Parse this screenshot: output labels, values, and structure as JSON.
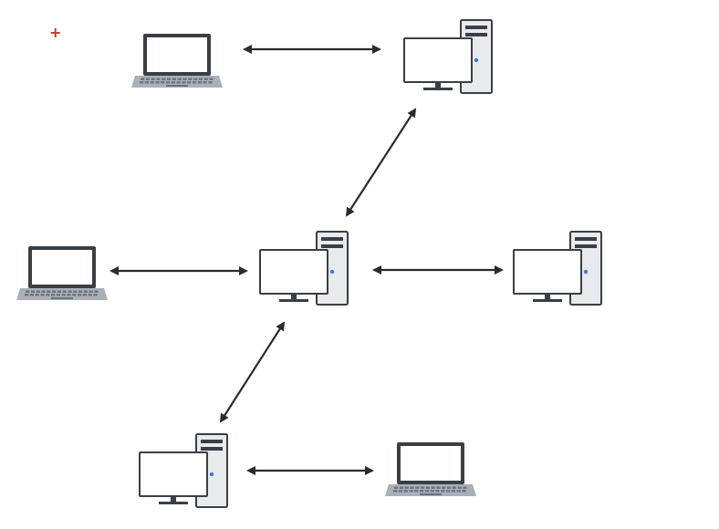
{
  "diagram": {
    "type": "network-topology",
    "nodes": [
      {
        "id": "laptop-top",
        "kind": "laptop"
      },
      {
        "id": "desktop-top",
        "kind": "desktop"
      },
      {
        "id": "laptop-left",
        "kind": "laptop"
      },
      {
        "id": "desktop-center",
        "kind": "desktop"
      },
      {
        "id": "desktop-right",
        "kind": "desktop"
      },
      {
        "id": "desktop-bottom",
        "kind": "desktop"
      },
      {
        "id": "laptop-bottom",
        "kind": "laptop"
      }
    ],
    "links": [
      {
        "from": "laptop-top",
        "to": "desktop-top",
        "direction": "bidirectional"
      },
      {
        "from": "desktop-top",
        "to": "desktop-center",
        "direction": "bidirectional"
      },
      {
        "from": "laptop-left",
        "to": "desktop-center",
        "direction": "bidirectional"
      },
      {
        "from": "desktop-center",
        "to": "desktop-right",
        "direction": "bidirectional"
      },
      {
        "from": "desktop-center",
        "to": "desktop-bottom",
        "direction": "bidirectional"
      },
      {
        "from": "desktop-bottom",
        "to": "laptop-bottom",
        "direction": "bidirectional"
      }
    ]
  },
  "icons": {
    "laptop": "laptop-icon",
    "desktop": "desktop-computer-icon",
    "cursor": "crosshair-cursor-icon"
  },
  "colors": {
    "arrow": "#2b2b2b",
    "screen_frame": "#3a3f45",
    "screen_fill": "#ffffff",
    "laptop_base": "#a9b0b8",
    "keyboard": "#6b737c",
    "tower_fill": "#e8eaed",
    "tower_stroke": "#3a3f45",
    "led": "#3b7be0",
    "cursor": "#c0392b"
  }
}
